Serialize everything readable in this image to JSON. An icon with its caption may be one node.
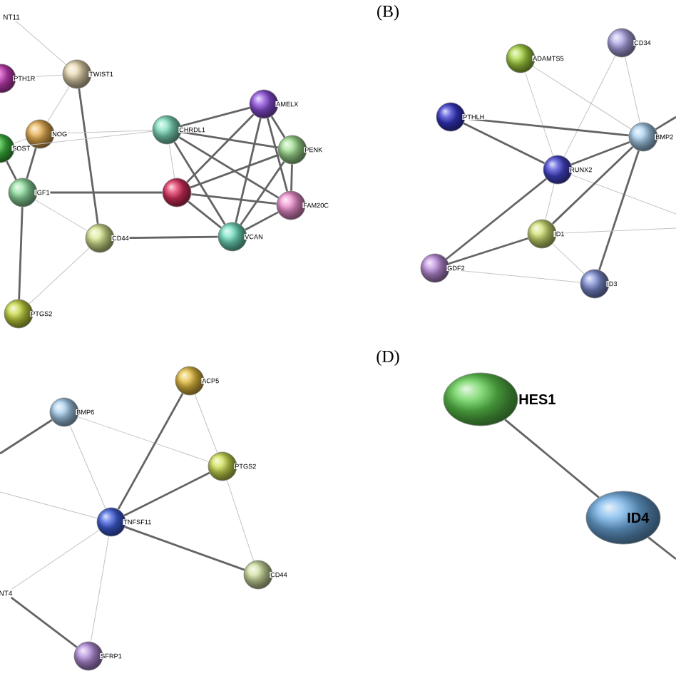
{
  "diagram": {
    "nodes": [
      {
        "text": [
          "NT11"
        ]
      },
      {
        "text": [
          "TWIST1"
        ]
      },
      {
        "text": [
          "PTH1R"
        ]
      },
      {
        "text": [
          "NOG"
        ]
      },
      {
        "text": [
          "SOST"
        ]
      },
      {
        "text": [
          "IGF1"
        ]
      },
      {
        "text": [
          "CHRDL1"
        ]
      },
      {
        "text": [
          "AMELX"
        ]
      },
      {
        "text": [
          "PENK"
        ]
      },
      {
        "text": [],
        "shape": "circle"
      },
      {
        "text": [
          "FAM20C"
        ]
      },
      {
        "text": [
          "VCAN"
        ]
      },
      {
        "text": [
          "CD44"
        ]
      },
      {
        "text": [
          "PTGS2"
        ]
      },
      {
        "text": [
          "ADAMTS5"
        ]
      },
      {
        "text": [
          "CD34"
        ]
      },
      {
        "text": [
          "PTHLH"
        ]
      },
      {
        "text": [
          "BMP2"
        ]
      },
      {
        "text": [
          "RUNX2"
        ]
      },
      {
        "text": [
          "ID1"
        ]
      },
      {
        "text": [
          "GDF2"
        ]
      },
      {
        "text": [
          "ID3"
        ]
      },
      {
        "text": [
          "ACP5"
        ]
      },
      {
        "text": [
          "BMP6"
        ]
      },
      {
        "text": [
          "PTGS2"
        ]
      },
      {
        "text": [
          "TNFSF11"
        ]
      },
      {
        "text": [
          "CD44"
        ]
      },
      {
        "text": [
          "NT4"
        ]
      },
      {
        "text": [
          "SFRP1"
        ]
      },
      {
        "text": [
          "HES1"
        ]
      },
      {
        "text": [
          "ID4"
        ]
      }
    ],
    "edges": [
      {
        "from": 1,
        "to": 0,
        "arrow": "none",
        "color": "#c3c3c3"
      },
      {
        "from": 1,
        "to": 2,
        "arrow": "none",
        "color": "#c3c3c3"
      },
      {
        "from": 1,
        "to": 12,
        "arrow": "none"
      },
      {
        "from": 1,
        "to": 3,
        "arrow": "none",
        "color": "#c3c3c3"
      },
      {
        "from": 3,
        "to": 6,
        "arrow": "none",
        "color": "#c3c3c3"
      },
      {
        "from": 3,
        "to": 5,
        "arrow": "none"
      },
      {
        "from": 3,
        "to": 4,
        "arrow": "none",
        "color": "#c3c3c3"
      },
      {
        "from": 6,
        "to": 4,
        "arrow": "none",
        "color": "#c3c3c3"
      },
      {
        "from": 5,
        "to": 9,
        "arrow": "none"
      },
      {
        "from": 5,
        "to": 12,
        "arrow": "none",
        "color": "#c3c3c3"
      },
      {
        "from": 5,
        "to": 13,
        "arrow": "none"
      },
      {
        "from": 5,
        "to": 4,
        "arrow": "none"
      },
      {
        "from": 12,
        "to": 11,
        "arrow": "none"
      },
      {
        "from": 12,
        "to": 13,
        "arrow": "none",
        "color": "#c3c3c3"
      },
      {
        "from": 6,
        "to": 7,
        "arrow": "none"
      },
      {
        "from": 6,
        "to": 8,
        "arrow": "none"
      },
      {
        "from": 6,
        "to": 9,
        "arrow": "none",
        "color": "#c3c3c3"
      },
      {
        "from": 6,
        "to": 11,
        "arrow": "none"
      },
      {
        "from": 6,
        "to": 10,
        "arrow": "none"
      },
      {
        "from": 7,
        "to": 9,
        "arrow": "none"
      },
      {
        "from": 7,
        "to": 11,
        "arrow": "none"
      },
      {
        "from": 7,
        "to": 8,
        "arrow": "none"
      },
      {
        "from": 7,
        "to": 10,
        "arrow": "none"
      },
      {
        "from": 8,
        "to": 9,
        "arrow": "none"
      },
      {
        "from": 8,
        "to": 11,
        "arrow": "none"
      },
      {
        "from": 8,
        "to": 10,
        "arrow": "none"
      },
      {
        "from": 9,
        "to": 10,
        "arrow": "none"
      },
      {
        "from": 9,
        "to": 11,
        "arrow": "none"
      },
      {
        "from": 10,
        "to": 11,
        "arrow": "none"
      },
      {
        "from": 14,
        "to": 18,
        "arrow": "none",
        "color": "#c3c3c3"
      },
      {
        "from": 14,
        "to": 17,
        "arrow": "none",
        "color": "#c3c3c3"
      },
      {
        "from": 15,
        "to": 18,
        "arrow": "none",
        "color": "#c3c3c3"
      },
      {
        "from": 15,
        "to": 17,
        "arrow": "none",
        "color": "#c3c3c3"
      },
      {
        "from": 16,
        "to": 17,
        "arrow": "none"
      },
      {
        "from": 16,
        "to": 18,
        "arrow": "none"
      },
      {
        "from": 18,
        "to": 17,
        "arrow": "none"
      },
      {
        "from": 18,
        "to": 19,
        "arrow": "none",
        "color": "#c3c3c3"
      },
      {
        "from": 18,
        "to": 20,
        "arrow": "none"
      },
      {
        "from": 18,
        "to": null,
        "arrow": "none",
        "color": "#c3c3c3"
      },
      {
        "from": 19,
        "to": 17,
        "arrow": "none"
      },
      {
        "from": 19,
        "to": 20,
        "arrow": "none"
      },
      {
        "from": 19,
        "to": 21,
        "arrow": "none",
        "color": "#c3c3c3"
      },
      {
        "from": 20,
        "to": 21,
        "arrow": "none",
        "color": "#c3c3c3"
      },
      {
        "from": 21,
        "to": 17,
        "arrow": "none"
      },
      {
        "from": 17,
        "to": null,
        "arrow": "none"
      },
      {
        "from": 19,
        "to": null,
        "arrow": "none",
        "color": "#c3c3c3"
      },
      {
        "from": 23,
        "to": null,
        "arrow": "none"
      },
      {
        "from": 23,
        "to": 24,
        "arrow": "none",
        "color": "#c3c3c3"
      },
      {
        "from": 23,
        "to": 25,
        "arrow": "none",
        "color": "#c3c3c3"
      },
      {
        "from": 22,
        "to": 25,
        "arrow": "none"
      },
      {
        "from": 22,
        "to": 24,
        "arrow": "none",
        "color": "#c3c3c3"
      },
      {
        "from": 24,
        "to": 25,
        "arrow": "none"
      },
      {
        "from": 24,
        "to": 26,
        "arrow": "none",
        "color": "#c3c3c3"
      },
      {
        "from": 25,
        "to": 26,
        "arrow": "none"
      },
      {
        "from": 25,
        "to": 28,
        "arrow": "none",
        "color": "#c3c3c3"
      },
      {
        "from": 25,
        "to": 27,
        "arrow": "none",
        "color": "#c3c3c3"
      },
      {
        "from": 25,
        "to": null,
        "arrow": "none",
        "color": "#c3c3c3"
      },
      {
        "from": 27,
        "to": 28,
        "arrow": "none"
      },
      {
        "from": 29,
        "to": 30,
        "arrow": "none"
      },
      {
        "from": 30,
        "to": null,
        "arrow": "none"
      }
    ],
    "labels": [
      "(B)",
      "(D)"
    ]
  }
}
